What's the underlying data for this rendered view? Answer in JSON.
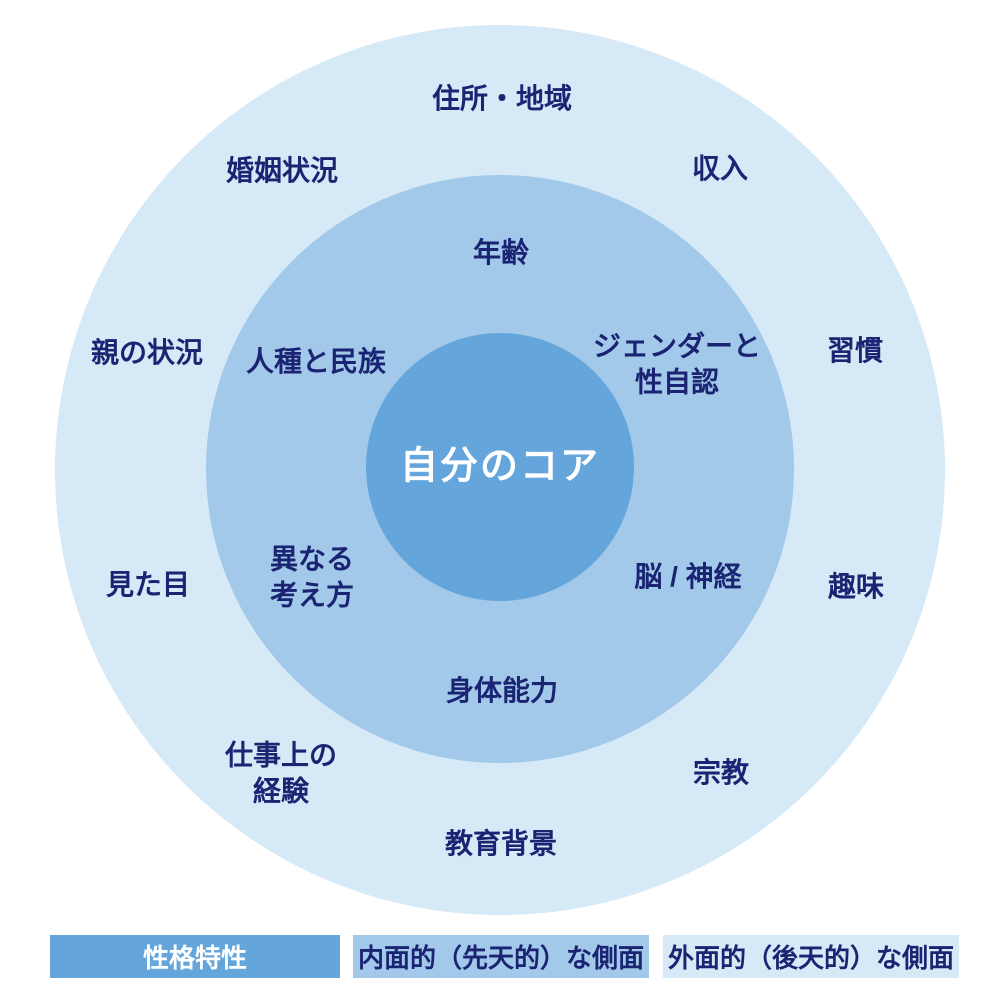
{
  "center": {
    "label": "自分のコア"
  },
  "middle_ring": {
    "age": "年齢",
    "race_ethnicity": "人種と民族",
    "gender_identity": "ジェンダーと\n性自認",
    "different_thinking": "異なる\n考え方",
    "brain_nerves": "脳 / 神経",
    "physical_ability": "身体能力"
  },
  "outer_ring": {
    "address_region": "住所・地域",
    "marital_status": "婚姻状況",
    "income": "収入",
    "parents_situation": "親の状況",
    "habits": "習慣",
    "appearance": "見た目",
    "hobbies": "趣味",
    "work_experience": "仕事上の\n経験",
    "religion": "宗教",
    "education_background": "教育背景"
  },
  "legend": {
    "personality": "性格特性",
    "internal": "内面的（先天的）な側面",
    "external": "外面的（後天的）な側面"
  },
  "colors": {
    "outer_ring": "#d6e9f7",
    "middle_ring": "#a2c9e9",
    "core_circle": "#64a6db",
    "label_text": "#1a2472",
    "center_text": "#ffffff"
  }
}
